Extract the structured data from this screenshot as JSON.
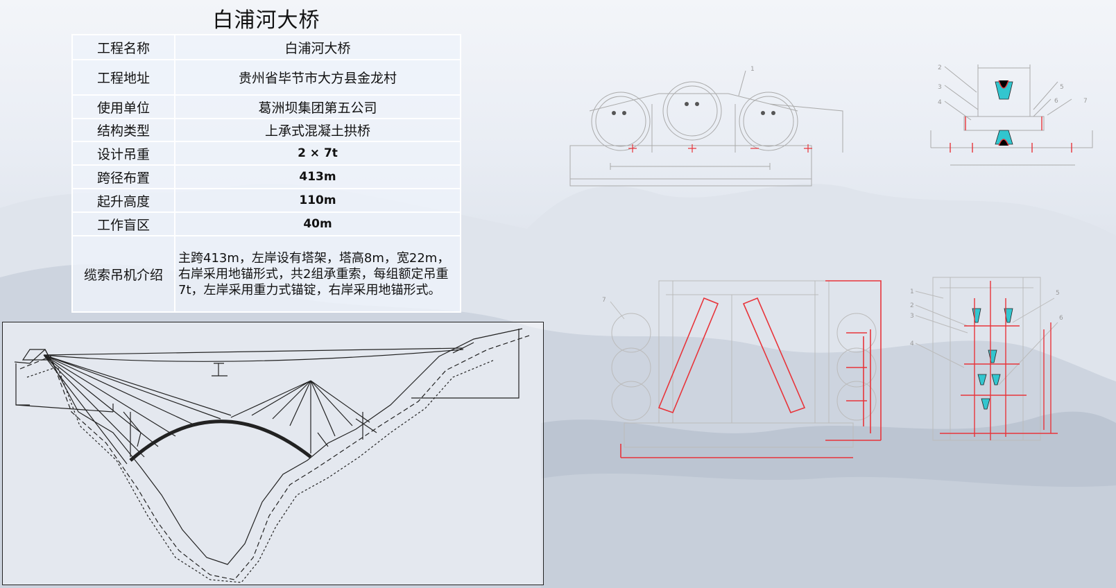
{
  "title": "白浦河大桥",
  "table": [
    {
      "key": "工程名称",
      "value": "白浦河大桥"
    },
    {
      "key": "工程地址",
      "value": "贵州省毕节市大方县金龙村"
    },
    {
      "key": "使用单位",
      "value": "葛洲坝集团第五公司"
    },
    {
      "key": "结构类型",
      "value": "上承式混凝土拱桥"
    },
    {
      "key": "设计吊重",
      "value": "2 × 7t"
    },
    {
      "key": "跨径布置",
      "value": "413m"
    },
    {
      "key": "起升高度",
      "value": "110m"
    },
    {
      "key": "工作盲区",
      "value": "40m"
    },
    {
      "key": "缆索吊机介绍",
      "value": "主跨413m，左岸设有塔架，塔高8m，宽22m，右岸采用地锚形式，共2组承重索，每组额定吊重7t，左岸采用重力式锚锭，右岸采用地锚形式。"
    }
  ],
  "drawing_labels": {
    "trolley_side": "1",
    "trolley_end": [
      "2",
      "3",
      "4",
      "5",
      "6",
      "7"
    ],
    "saddle_front": "7",
    "saddle_side": [
      "1",
      "2",
      "3",
      "4",
      "5",
      "6"
    ]
  },
  "colors": {
    "accent_red": "#e8343a",
    "cyan": "#32c6cf",
    "line": "#222222"
  }
}
